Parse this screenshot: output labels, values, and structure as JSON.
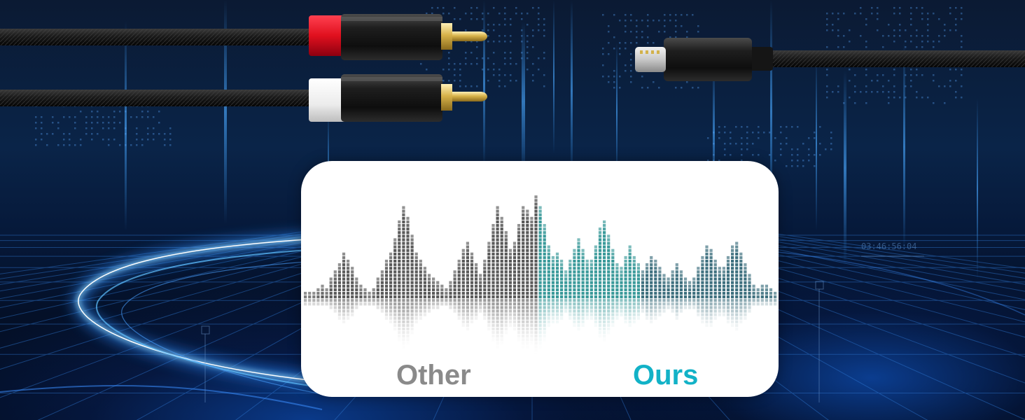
{
  "labels": {
    "other": "Other",
    "ours": "Ours"
  },
  "hud": {
    "timecode": "03:46:56:04"
  },
  "colors": {
    "other": "#8a8a8a",
    "ours": "#12b2c7",
    "plug_red": "#e0101e",
    "plug_white": "#f4f4f4",
    "connector_gold": "#d7b24a"
  },
  "icons": [
    "rca-plug-red",
    "rca-plug-white",
    "lightning-plug",
    "waveform"
  ]
}
